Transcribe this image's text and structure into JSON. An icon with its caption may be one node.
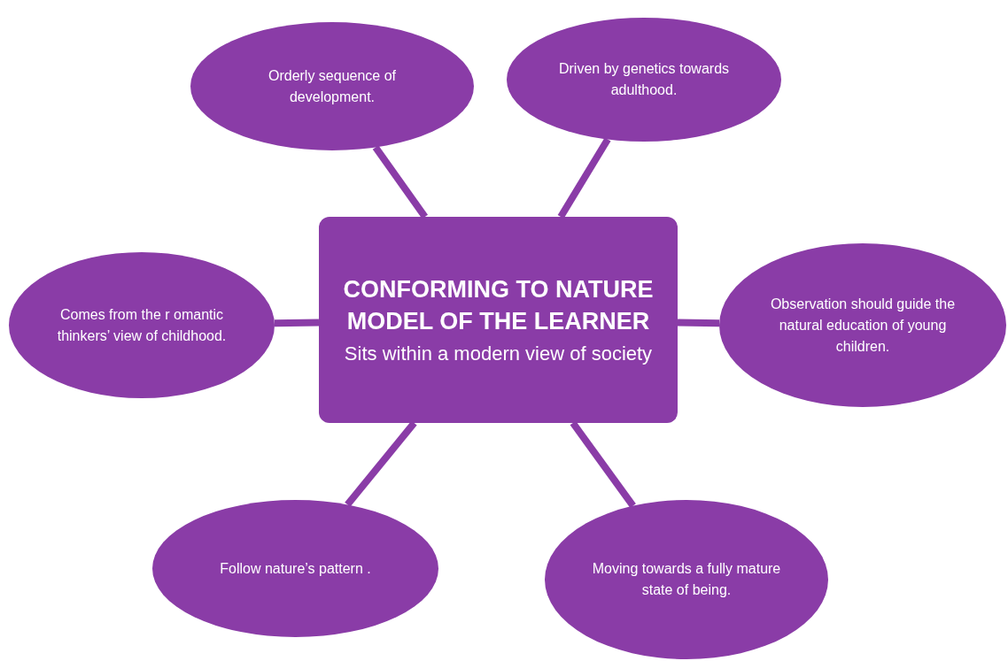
{
  "diagram": {
    "nodes": [
      {
        "text": [
          "CONFORMING TO NATURE MODEL OF THE LEARNER",
          "Sits within a modern view of society"
        ]
      },
      {
        "text": [
          "Orderly sequence of development."
        ]
      },
      {
        "text": [
          "Driven by genetics towards adulthood."
        ]
      },
      {
        "text": [
          "Comes from the r omantic thinkers’ view of childhood."
        ]
      },
      {
        "text": [
          "Observation should guide the natural education of young children."
        ]
      },
      {
        "text": [
          "Follow nature’s pattern ."
        ]
      },
      {
        "text": [
          "Moving towards a fully mature state of being."
        ]
      }
    ],
    "edges": [
      {
        "from": 0,
        "to": 1,
        "arrow": "none"
      },
      {
        "from": 0,
        "to": 2,
        "arrow": "none"
      },
      {
        "from": 0,
        "to": 3,
        "arrow": "none"
      },
      {
        "from": 0,
        "to": 4,
        "arrow": "none"
      },
      {
        "from": 0,
        "to": 5,
        "arrow": "none"
      },
      {
        "from": 0,
        "to": 6,
        "arrow": "none"
      }
    ]
  }
}
